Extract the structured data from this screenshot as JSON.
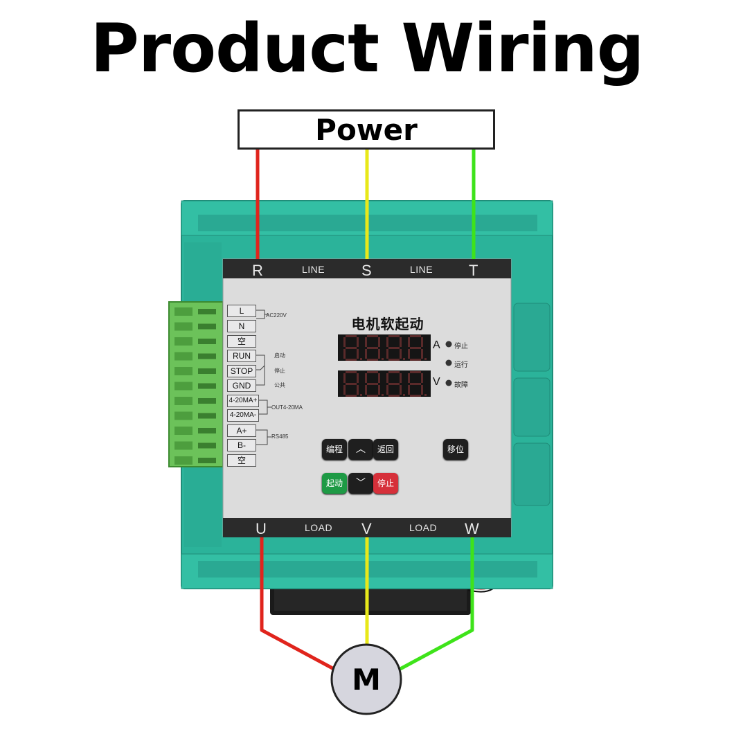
{
  "title": "Product Wiring",
  "power_label": "Power",
  "motor_label": "M",
  "line_terminals": {
    "r": "R",
    "s": "S",
    "t": "T",
    "line1": "LINE",
    "line2": "LINE"
  },
  "load_terminals": {
    "u": "U",
    "v": "V",
    "w": "W",
    "load1": "LOAD",
    "load2": "LOAD"
  },
  "wire_colors": {
    "red": "#e0241c",
    "yellow": "#e8e81a",
    "green": "#3ee31a"
  },
  "device_colors": {
    "housing": "#2bb39a",
    "panel": "#dcdcdc",
    "strip": "#2b2b2b",
    "connector": "#6cc25a"
  },
  "panel": {
    "title": "电机软起动",
    "display_top": "8.8.8.8",
    "display_bottom": "8.8.8.8",
    "unit_top": "A",
    "unit_bottom": "V",
    "led_stop": "停止",
    "led_run": "运行",
    "led_fault": "故障"
  },
  "terminal_block": {
    "labels": [
      "L",
      "N",
      "空",
      "RUN",
      "STOP",
      "GND",
      "4-20MA+",
      "4-20MA-",
      "A+",
      "B-",
      "空"
    ],
    "groups": {
      "ac": "AC220V",
      "start": "启动",
      "stop": "停止",
      "common": "公共",
      "out": "OUT4-20MA",
      "rs485": "RS485"
    }
  },
  "buttons": {
    "program": "编程",
    "up": "︿",
    "back": "返回",
    "shift": "移位",
    "start": "起动",
    "down": "﹀",
    "stop": "停止"
  }
}
